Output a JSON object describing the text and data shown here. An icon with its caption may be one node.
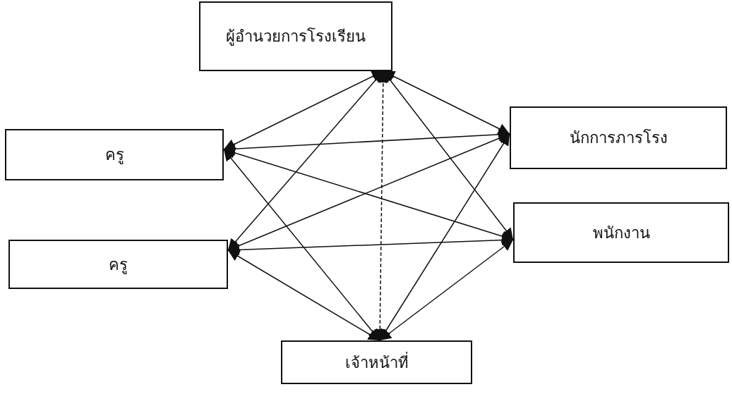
{
  "diagram": {
    "nodes": [
      {
        "text": [
          "ผู้อำนวยการโรงเรียน"
        ]
      },
      {
        "text": [
          "ครู"
        ]
      },
      {
        "text": [
          "นักการภารโรง"
        ]
      },
      {
        "text": [
          "ครู"
        ]
      },
      {
        "text": [
          "พนักงาน"
        ]
      },
      {
        "text": [
          "เจ้าหน้าที่"
        ]
      }
    ],
    "edges": [
      {
        "from": 0,
        "to": 1,
        "arrow": "both"
      },
      {
        "from": 0,
        "to": 2,
        "arrow": "both"
      },
      {
        "from": 0,
        "to": 3,
        "arrow": "both"
      },
      {
        "from": 0,
        "to": 4,
        "arrow": "both"
      },
      {
        "from": 5,
        "to": 0,
        "arrow": "both",
        "style": "dashed"
      },
      {
        "from": 1,
        "to": 2,
        "arrow": "both"
      },
      {
        "from": 1,
        "to": 4,
        "arrow": "both"
      },
      {
        "from": 1,
        "to": 5,
        "arrow": "both"
      },
      {
        "from": 3,
        "to": 2,
        "arrow": "both"
      },
      {
        "from": 3,
        "to": 4,
        "arrow": "both"
      },
      {
        "from": 3,
        "to": 5,
        "arrow": "both"
      },
      {
        "from": 5,
        "to": 2,
        "arrow": "both"
      },
      {
        "from": 5,
        "to": 4,
        "arrow": "both"
      }
    ]
  }
}
